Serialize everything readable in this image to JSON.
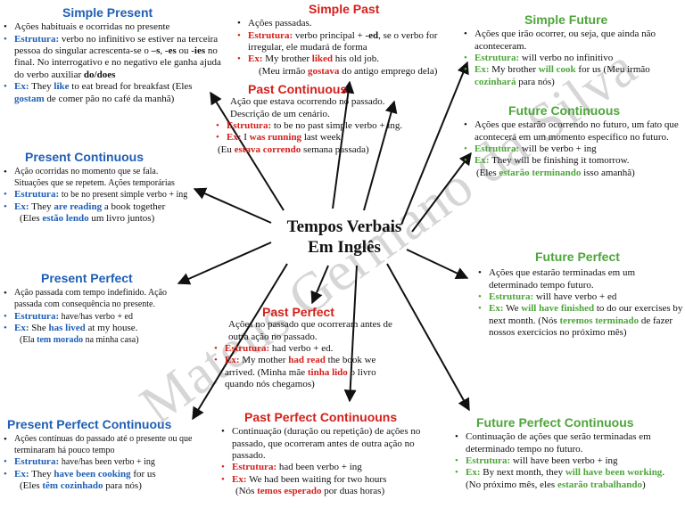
{
  "center": {
    "line1": "Tempos Verbais",
    "line2": "Em Inglês"
  },
  "watermark": "Mateus Germano da Silva",
  "labels": {
    "estrutura": "Estrutura:",
    "ex": "Ex:"
  },
  "colors": {
    "blue": "#1f5fb5",
    "red": "#d4201b",
    "green": "#4ea53b",
    "arrow": "#111111"
  },
  "simple_present": {
    "title": "Simple Present",
    "desc": "Ações habituais e ocorridas no presente",
    "estrutura_a": "verbo no infinitivo se estiver na terceira pessoa do singular acrescenta-se o ",
    "estrutura_s": "–s",
    "estrutura_b": ", ",
    "estrutura_es": "-es",
    "estrutura_c": " ou ",
    "estrutura_ies": "-ies",
    "estrutura_d": " no final. No interrogativo e no negativo ele ganha ajuda do verbo auxiliar ",
    "estrutura_dodoes": "do/does",
    "ex_a": "They ",
    "ex_hl": "like",
    "ex_b": " to eat bread for breakfast (Eles ",
    "ex_hl2": "gostam",
    "ex_c": " de comer pão no café da manhã)"
  },
  "simple_past": {
    "title": "Simple Past",
    "desc": "Ações passadas.",
    "estrutura_a": "verbo principal + ",
    "estrutura_ed": "-ed",
    "estrutura_b": ", se o verbo for irregular, ele mudará de forma",
    "ex_a": "My brother ",
    "ex_hl": "liked",
    "ex_b": " his old job.",
    "tr_a": "(Meu irmão ",
    "tr_hl": "gostava",
    "tr_b": " do antigo emprego dela)"
  },
  "simple_future": {
    "title": "Simple Future",
    "desc": "Ações que irão ocorrer, ou seja, que ainda não aconteceram.",
    "estrutura": "will  verbo no infinitivo",
    "ex_a": "My brother ",
    "ex_hl": "will cook",
    "ex_b": " for us (Meu irmão ",
    "ex_hl2": "cozinhará",
    "ex_c": " para nós)"
  },
  "past_continuous": {
    "title": "Past Continuous",
    "desc": "Ação que estava ocorrendo no passado. Descrição de um cenário.",
    "estrutura": "to be no past simple verbo + ing.",
    "ex_a": "I ",
    "ex_hl": "was running",
    "ex_b": " last week",
    "tr_a": "(Eu ",
    "tr_hl": "estava correndo",
    "tr_b": " semana passada)"
  },
  "future_continuous": {
    "title": "Future Continuous",
    "desc": "Ações que estarão ocorrendo no futuro,  um fato que acontecerá em um momento específico no futuro.",
    "estrutura": "will be verbo + ing",
    "ex": "They will be finishing it tomorrow.",
    "tr_a": "(Eles ",
    "tr_hl": "estarão terminando",
    "tr_b": " isso amanhã)"
  },
  "present_continuous": {
    "title": "Present Continuous",
    "desc": "Ação ocorridas no momento que se fala. Situações que se repetem. Ações temporárias",
    "estrutura": "to be no present simple verbo + ing",
    "ex_a": "They ",
    "ex_hl": "are reading",
    "ex_b": " a book together",
    "tr_a": "(Eles ",
    "tr_hl": "estão lendo",
    "tr_b": " um livro juntos)"
  },
  "present_perfect": {
    "title": "Present Perfect",
    "desc": "Ação passada com tempo indefinido. Ação passada com consequência no presente.",
    "estrutura": "have/has  verbo + ed",
    "ex_a": "She ",
    "ex_hl": "has lived",
    "ex_b": " at my house.",
    "tr_a": "(Ela ",
    "tr_hl": "tem morado",
    "tr_b": " na minha casa)"
  },
  "past_perfect": {
    "title": "Past Perfect",
    "desc": "Ações no passado que ocorreram antes de outra ação no passado.",
    "estrutura": "had  verbo + ed.",
    "ex_a": "My mother ",
    "ex_hl": "had read",
    "ex_b": " the book we arrived. (Minha mãe ",
    "ex_hl2": "tinha lido",
    "ex_c": " o livro quando nós chegamos)"
  },
  "future_perfect": {
    "title": "Future Perfect",
    "desc": "Ações que estarão terminadas em um determinado tempo futuro.",
    "estrutura": "will have  verbo + ed",
    "ex_a": "We ",
    "ex_hl": "will have finished",
    "ex_b": " to do our exercises by next month. (Nós ",
    "ex_hl2": "teremos terminado",
    "ex_c": " de fazer nossos exercícios no próximo mês)"
  },
  "present_perfect_continuous": {
    "title": "Present Perfect Continuous",
    "desc": "Ações contínuas do passado até o presente ou que terminaram há pouco tempo",
    "estrutura": "have/has been  verbo + ing",
    "ex_a": "They ",
    "ex_hl": "have been cooking",
    "ex_b": " for us",
    "tr_a": "(Eles ",
    "tr_hl": "têm cozinhado",
    "tr_b": " para nós)"
  },
  "past_perfect_continuous": {
    "title": "Past Perfect Continuouns",
    "desc": "Continuação (duração ou repetição) de ações no passado, que ocorreram antes de outra ação no passado.",
    "estrutura": "had been  verbo + ing",
    "ex": "We had been waiting for two hours",
    "tr_a": "(Nós ",
    "tr_hl": "temos esperado",
    "tr_b": " por duas horas)"
  },
  "future_perfect_continuous": {
    "title": "Future Perfect Continuous",
    "desc": "Continuação de ações que serão terminadas em determinado tempo no futuro.",
    "estrutura": "will have been  verbo + ing",
    "ex_a": "By next month, they ",
    "ex_hl": "will have been working",
    "ex_b": ".",
    "tr_a": "(No próximo mês, eles ",
    "tr_hl": "estarão trabalhando",
    "tr_b": ")"
  }
}
